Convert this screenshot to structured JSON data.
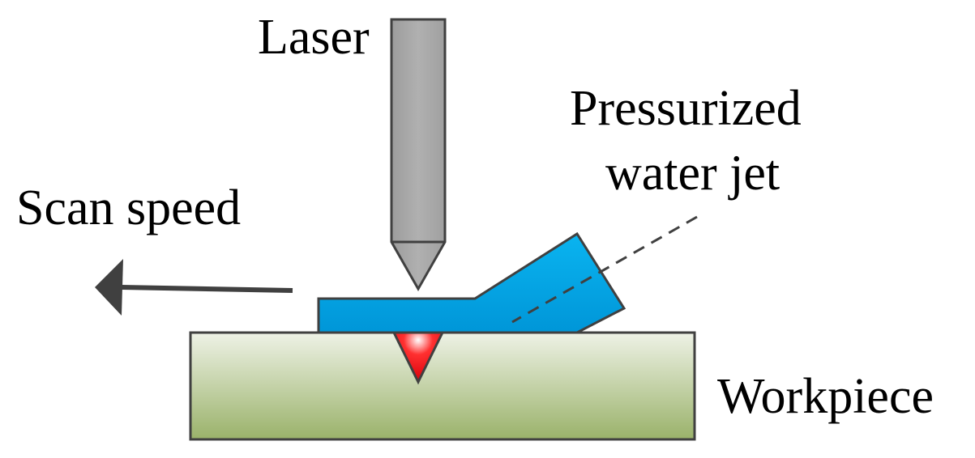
{
  "labels": {
    "laser": "Laser",
    "water_jet_line1": "Pressurized",
    "water_jet_line2": "water jet",
    "scan_speed": "Scan speed",
    "workpiece": "Workpiece"
  },
  "colors": {
    "laser_fill": "#a8a8a8",
    "outline": "#404040",
    "water_jet": "#00a8e8",
    "workpiece_top": "#eef2e6",
    "workpiece_bottom": "#9ab26a",
    "melt_red": "#e0000f",
    "arrow": "#404040"
  }
}
